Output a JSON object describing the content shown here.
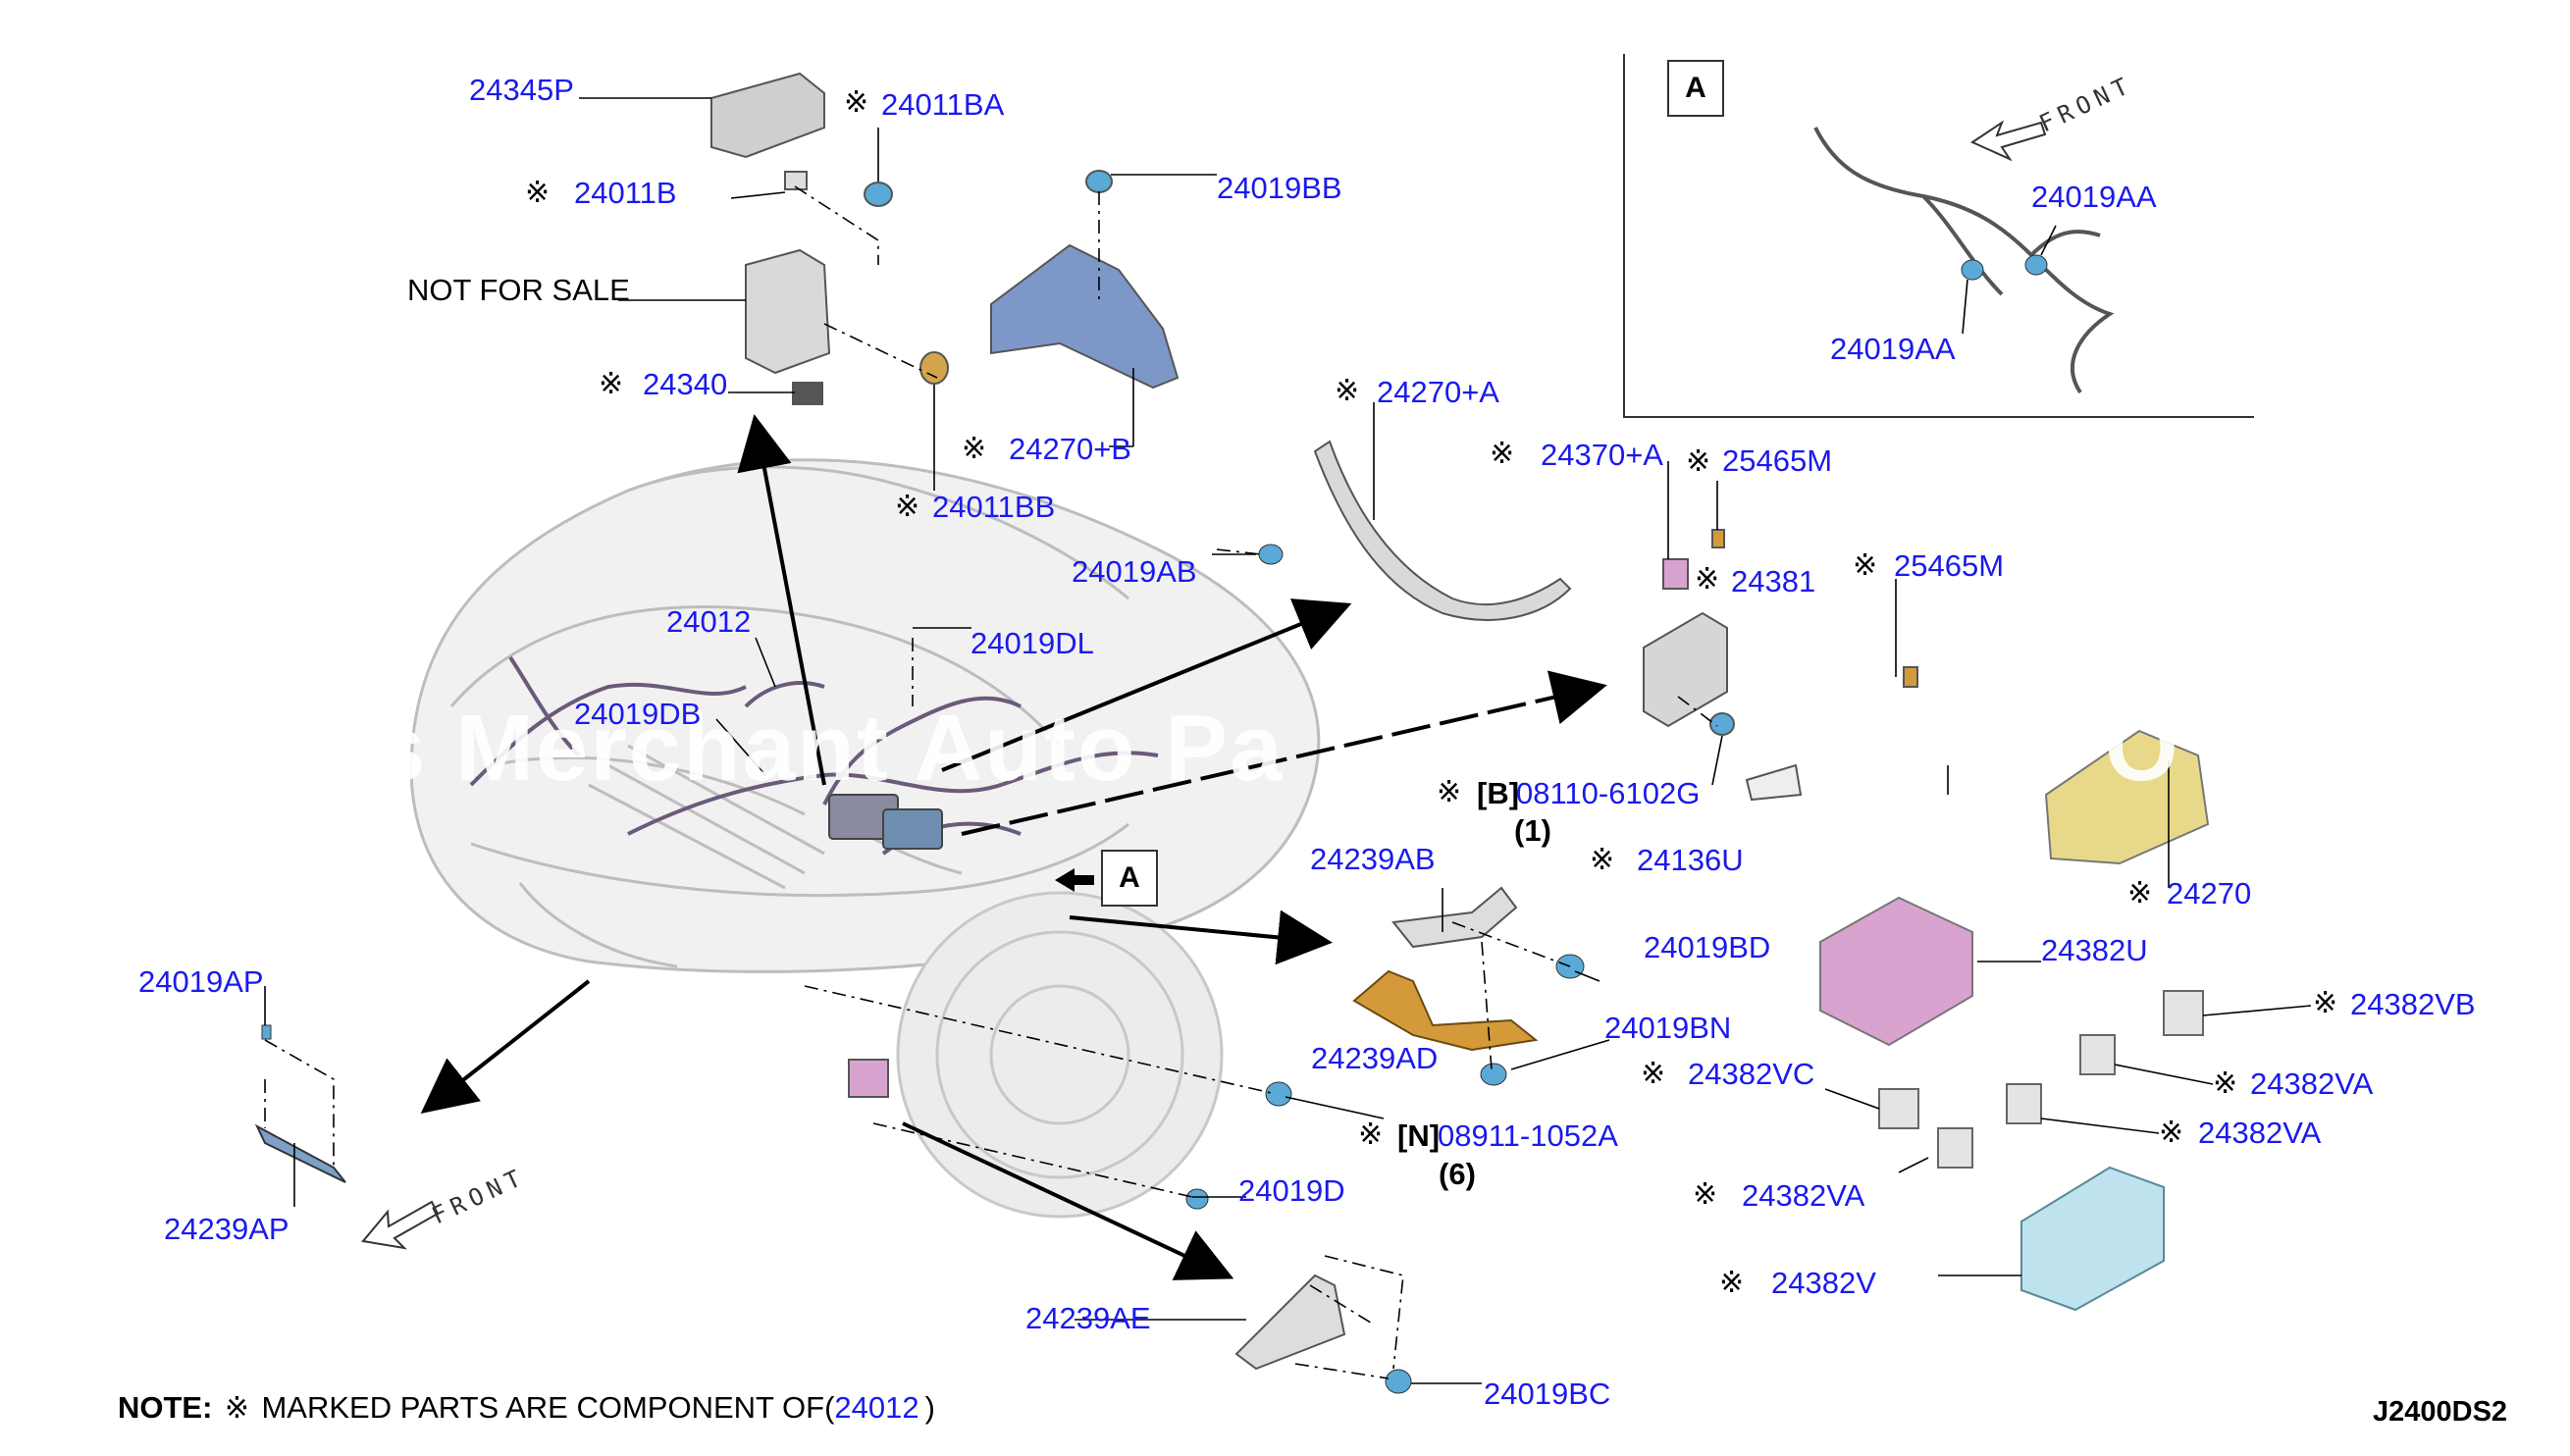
{
  "diagram_code": "J2400DS2",
  "note": {
    "prefix": "NOTE:",
    "mark": "※",
    "text": "MARKED PARTS ARE COMPONENT OF(",
    "part": "24012",
    "suffix": ")"
  },
  "watermark": "s Merchant Auto Pa",
  "watermark_tail": "O",
  "front_label": "FRONT",
  "view_letter": "A",
  "not_for_sale": "NOT FOR SALE",
  "mark": "※",
  "parts": {
    "p24345P": "24345P",
    "p24011BA": "24011BA",
    "p24011B": "24011B",
    "p24019BB": "24019BB",
    "p24340": "24340",
    "p24270B": "24270+B",
    "p24011BB": "24011BB",
    "p24270A": "24270+A",
    "p24370A": "24370+A",
    "p25465M_1": "25465M",
    "p25465M_2": "25465M",
    "p24019AB": "24019AB",
    "p24381": "24381",
    "p24012": "24012",
    "p24019DL": "24019DL",
    "p24019DB": "24019DB",
    "p08110": "08110-6102G",
    "p08110_prefix": "[B]",
    "p08110_qty": "(1)",
    "p24136U": "24136U",
    "p24270": "24270",
    "p24239AB": "24239AB",
    "p24019BD": "24019BD",
    "p24382U": "24382U",
    "p24382VB": "24382VB",
    "p24239AD": "24239AD",
    "p24019BN": "24019BN",
    "p24382VC": "24382VC",
    "p24382VA_1": "24382VA",
    "p24382VA_2": "24382VA",
    "p24382VA_3": "24382VA",
    "p08911": "08911-1052A",
    "p08911_prefix": "[N]",
    "p08911_qty": "(6)",
    "p24019AP": "24019AP",
    "p24239AP": "24239AP",
    "p24019D": "24019D",
    "p24239AE": "24239AE",
    "p24019BC": "24019BC",
    "p24382V": "24382V",
    "p24019AA_1": "24019AA",
    "p24019AA_2": "24019AA"
  },
  "colors": {
    "label": "#1a1aee",
    "connector": "#5aa9d6",
    "pink": "#d9a3d0",
    "orange": "#d49a3a",
    "yellow": "#e8d98a",
    "lightblue": "#bfe3ee"
  }
}
